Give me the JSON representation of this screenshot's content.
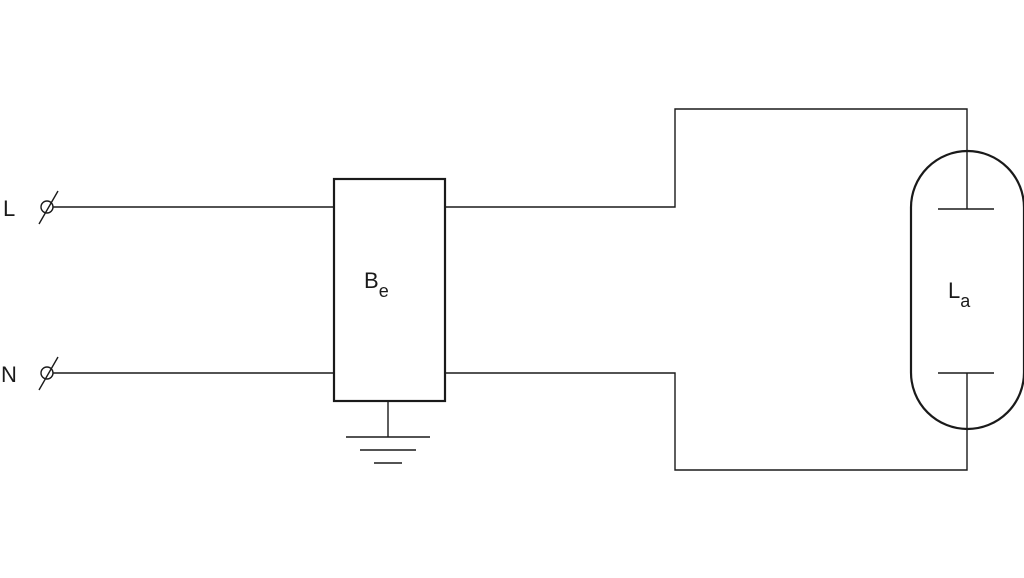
{
  "terminals": {
    "line_label": "L",
    "neutral_label": "N"
  },
  "ballast": {
    "label_main": "B",
    "label_sub": "e"
  },
  "lamp": {
    "label_main": "L",
    "label_sub": "a"
  },
  "colors": {
    "stroke": "#1a1a1a",
    "background": "#ffffff"
  }
}
